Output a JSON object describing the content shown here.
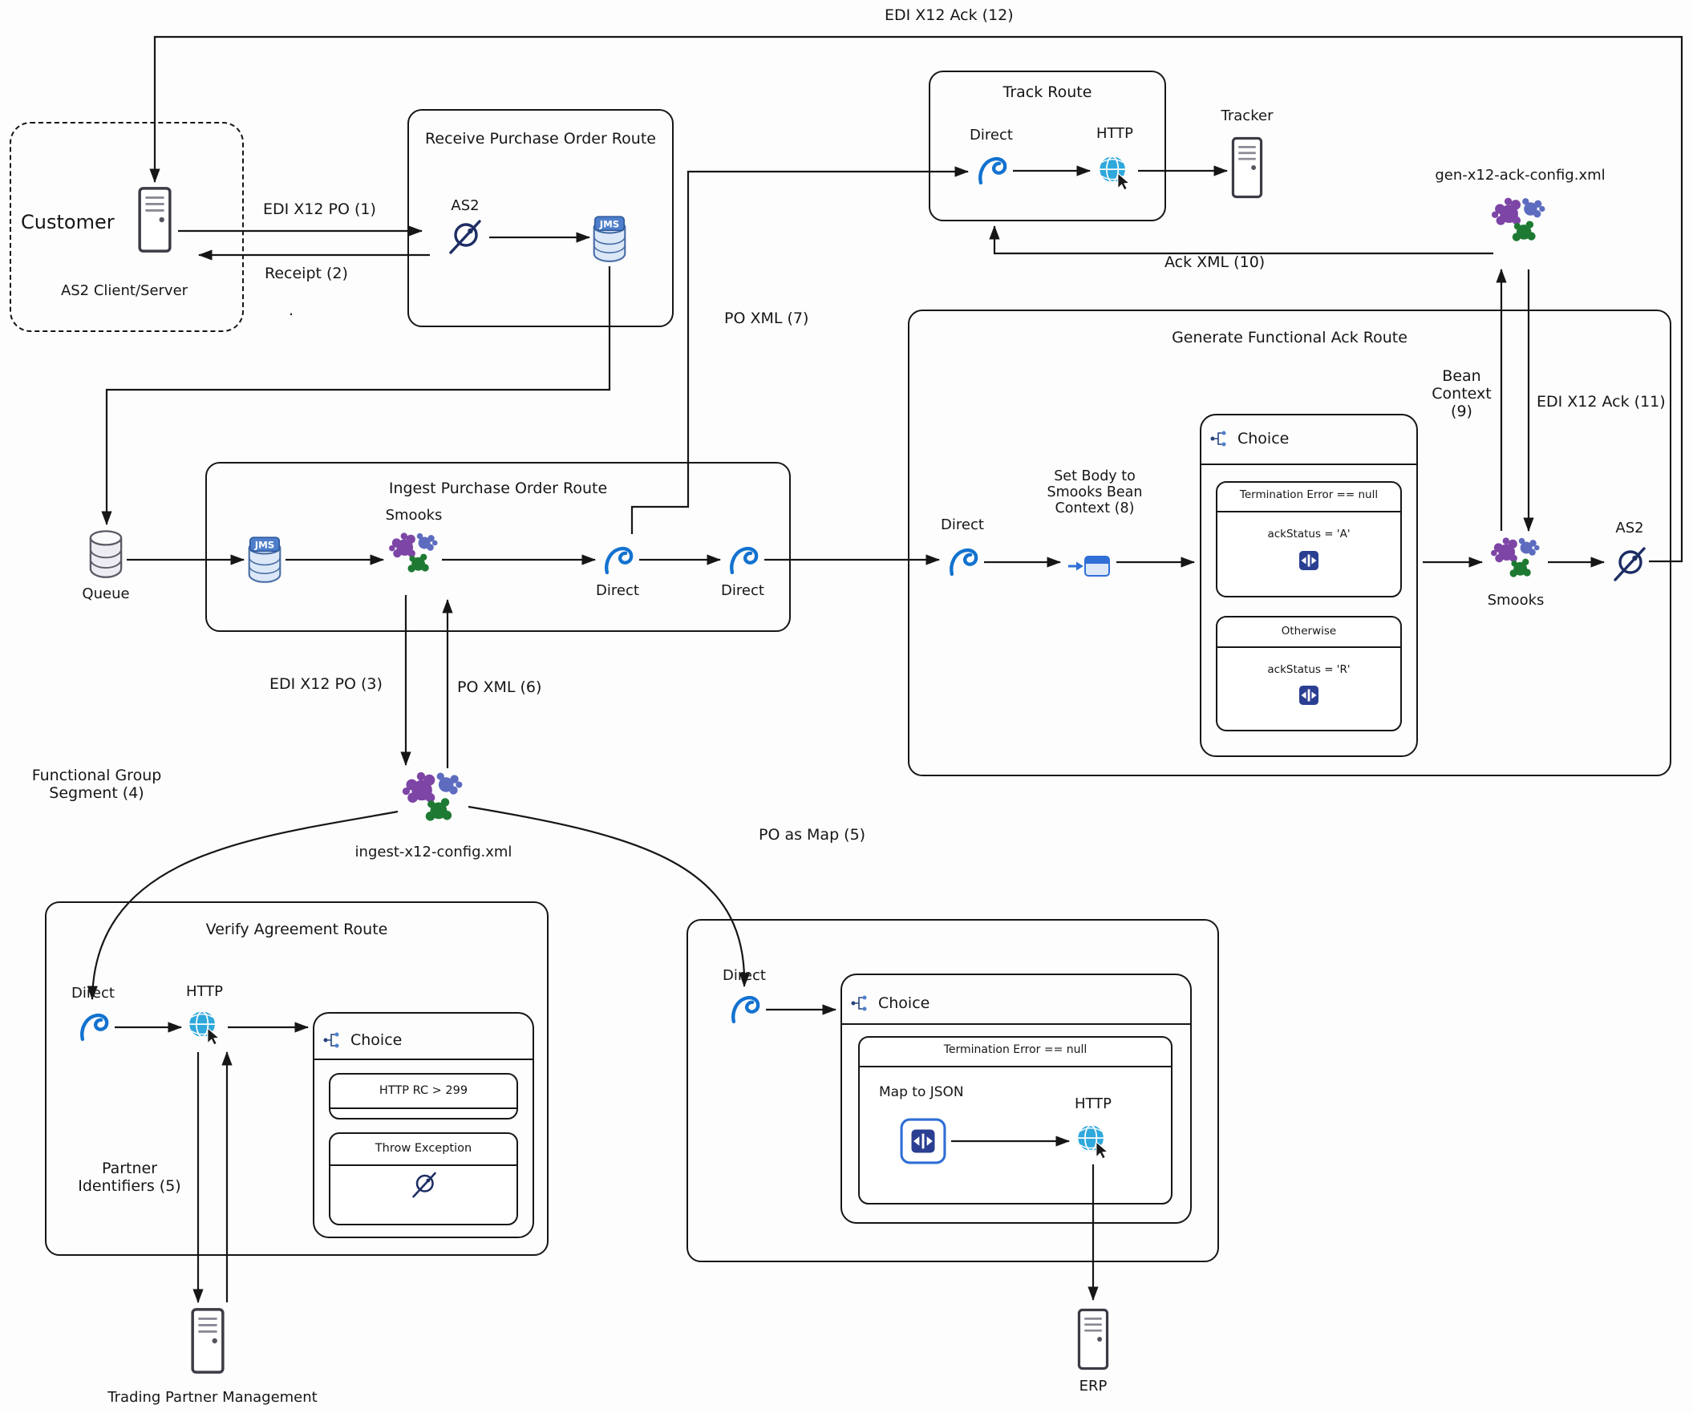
{
  "labels": {
    "direct": "Direct",
    "http": "HTTP",
    "as2": "AS2",
    "jms": "JMS",
    "smooks": "Smooks",
    "choice": "Choice",
    "queue": "Queue",
    "tracker": "Tracker",
    "erp": "ERP"
  },
  "nodes": {
    "customer": {
      "title": "Customer",
      "subtitle": "AS2 Client/Server"
    },
    "receive_route": {
      "title": "Receive Purchase Order Route"
    },
    "track_route": {
      "title": "Track Route"
    },
    "ingest_route": {
      "title": "Ingest Purchase Order Route"
    },
    "generate_route": {
      "title": "Generate Functional Ack Route"
    },
    "verify_route": {
      "title": "Verify Agreement Route"
    },
    "gen_config": {
      "label": "gen-x12-ack-config.xml"
    },
    "ingest_config": {
      "label": "ingest-x12-config.xml"
    },
    "tpm": {
      "label": "Trading Partner Management"
    },
    "set_body": {
      "label": "Set Body to Smooks Bean Context (8)"
    },
    "map_step": {
      "label": "Map to JSON"
    }
  },
  "choices": {
    "generate": {
      "when_title": "Termination Error == null",
      "when_body": "ackStatus = 'A'",
      "otherwise_title": "Otherwise",
      "otherwise_body": "ackStatus = 'R'"
    },
    "verify": {
      "when_title": "HTTP RC > 299",
      "then_title": "Throw Exception"
    },
    "map": {
      "when_title": "Termination Error == null"
    }
  },
  "edges": {
    "edi_x12_po_1": "EDI X12 PO (1)",
    "receipt_2": "Receipt (2)",
    "edi_x12_po_3": "EDI X12 PO (3)",
    "functional_group_segment_4": "Functional Group Segment (4)",
    "po_as_map_5": "PO as Map (5)",
    "partner_identifiers_5": "Partner Identifiers (5)",
    "po_xml_6": "PO XML (6)",
    "po_xml_7": "PO XML (7)",
    "bean_context_9": "Bean Context (9)",
    "ack_xml_10": "Ack XML (10)",
    "edi_x12_ack_11": "EDI X12 Ack (11)",
    "edi_x12_ack_12": "EDI X12 Ack (12)"
  },
  "misc": {
    "dot": "."
  },
  "icons": {
    "direct": "camel-swoosh",
    "http": "globe-cursor",
    "jms": "message-cylinder",
    "queue": "database-cylinder",
    "smooks": "smooks-splats",
    "as2": "circle-slash",
    "choice": "branch-nodes",
    "transform": "compress-square",
    "set_body": "arrow-into-card",
    "server": "server-tower"
  },
  "colors": {
    "line": "#161616",
    "camel_blue": "#1272d0",
    "globe_blue": "#2fa8dc",
    "navy": "#2b3f92",
    "jms_blue": "#4f7ecb",
    "smooks_purple": "#7d45a5",
    "smooks_blue": "#5e6cc0",
    "smooks_green": "#1e7a33"
  }
}
